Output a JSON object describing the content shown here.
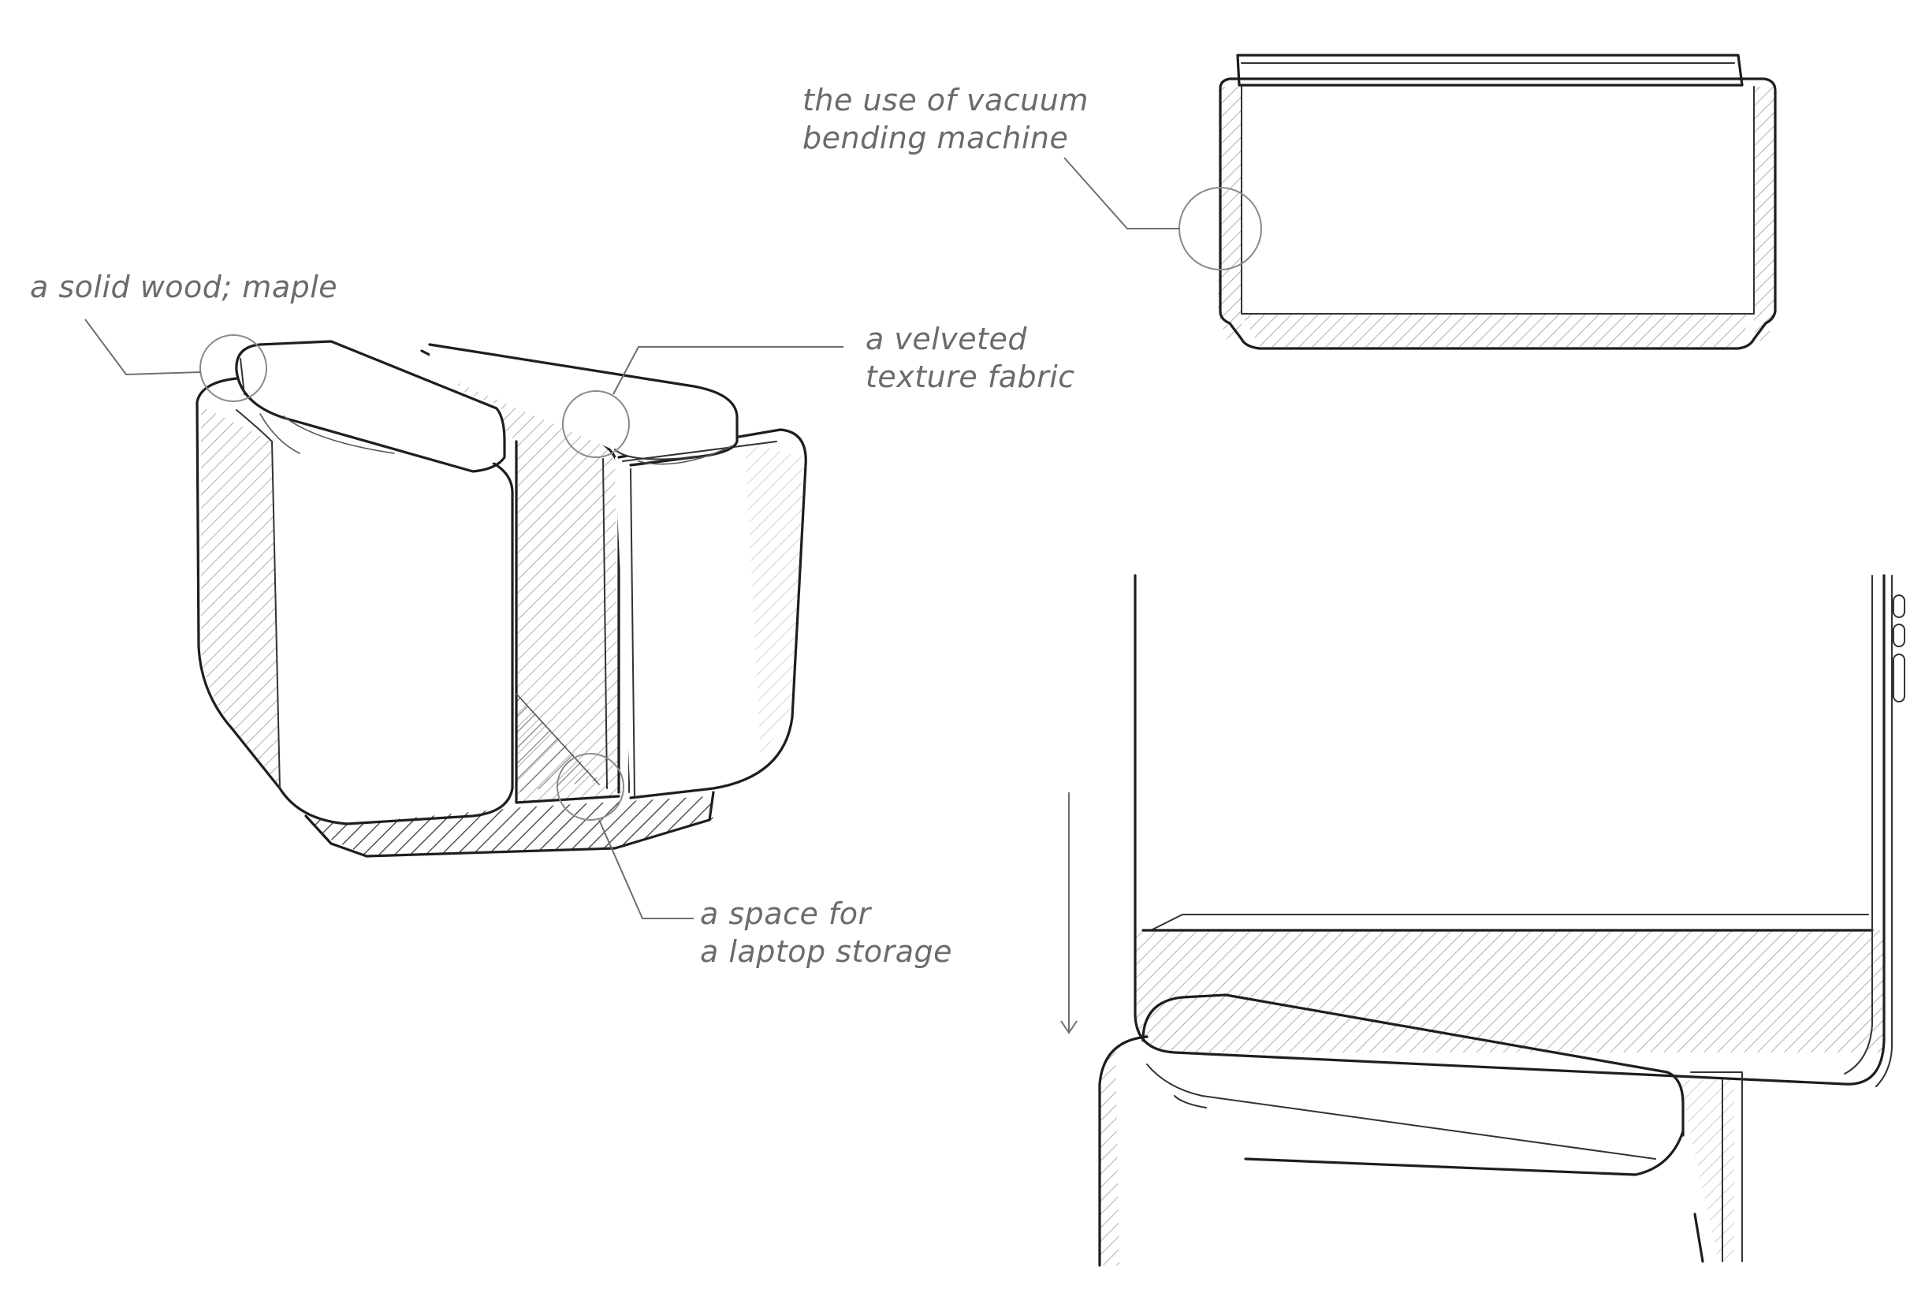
{
  "annotations": {
    "solid_wood": [
      "a solid wood; maple"
    ],
    "velvet": [
      "a velveted",
      "texture fabric"
    ],
    "laptop_space": [
      "a space for",
      "a laptop storage"
    ],
    "vacuum": [
      "the use of vacuum",
      "bending machine"
    ]
  },
  "colors": {
    "annotation_text": "#6b6b6b",
    "line": "#1e1e1e",
    "leader": "#6f6f6f",
    "background": "#ffffff"
  },
  "icons": [
    "down-arrow-icon"
  ]
}
